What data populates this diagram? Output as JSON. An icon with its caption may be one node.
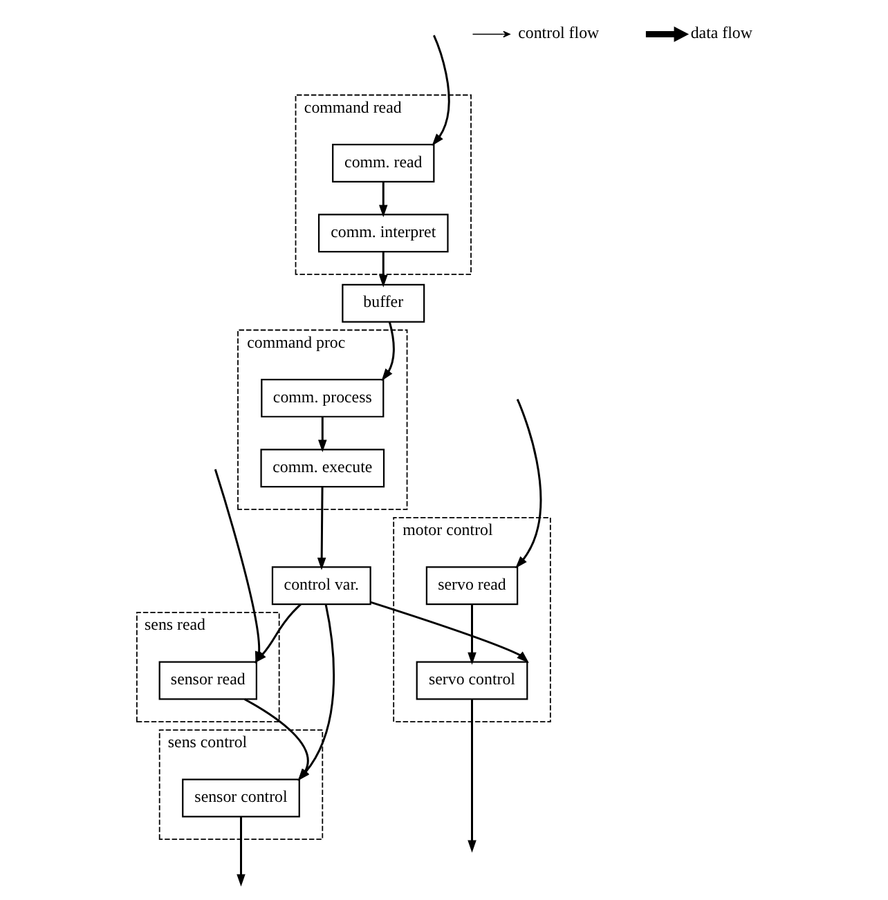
{
  "diagram": {
    "nodes": [
      {
        "text": [
          "motor control"
        ]
      },
      {
        "text": [
          "servo read"
        ],
        "in": 0
      },
      {
        "text": [
          "servo control"
        ],
        "in": 0
      },
      {
        "text": [
          "sens read"
        ]
      },
      {
        "text": [
          "sensor read"
        ],
        "in": 3
      },
      {
        "text": [
          "sens control"
        ]
      },
      {
        "text": [
          "sensor control"
        ],
        "in": 5
      },
      {
        "text": [
          "control var."
        ]
      },
      {
        "text": [
          "command read"
        ]
      },
      {
        "text": [
          "comm. read"
        ],
        "in": 8
      },
      {
        "text": [
          "comm. interpret"
        ],
        "in": 8
      },
      {
        "text": [
          "command proc"
        ]
      },
      {
        "text": [
          "comm. execute"
        ],
        "in": 11
      },
      {
        "text": [
          "comm. process"
        ],
        "in": 11
      },
      {
        "text": [
          "buffer"
        ]
      }
    ],
    "edges": [
      {
        "from": null,
        "to": 1,
        "arrow": "to"
      },
      {
        "from": 1,
        "to": 2,
        "arrow": "to"
      },
      {
        "from": 2,
        "to": null,
        "arrow": "to"
      },
      {
        "from": null,
        "to": 4,
        "arrow": "to"
      },
      {
        "from": 4,
        "to": 6,
        "arrow": "to"
      },
      {
        "from": 6,
        "to": null,
        "arrow": "to"
      },
      {
        "from": 7,
        "to": 2,
        "arrow": "to"
      },
      {
        "from": 7,
        "to": 4,
        "arrow": "to"
      },
      {
        "from": 7,
        "to": 6,
        "arrow": "to"
      },
      {
        "from": 12,
        "to": 7,
        "arrow": "to"
      },
      {
        "from": null,
        "to": 9,
        "arrow": "to"
      },
      {
        "from": 9,
        "to": 10,
        "arrow": "to"
      },
      {
        "from": 13,
        "to": 12,
        "arrow": "to"
      },
      {
        "from": 10,
        "to": 14,
        "arrow": "to"
      },
      {
        "from": 14,
        "to": 13,
        "arrow": "to"
      }
    ],
    "legend": [
      {
        "text": "control flow"
      },
      {
        "text": "data flow"
      }
    ]
  }
}
